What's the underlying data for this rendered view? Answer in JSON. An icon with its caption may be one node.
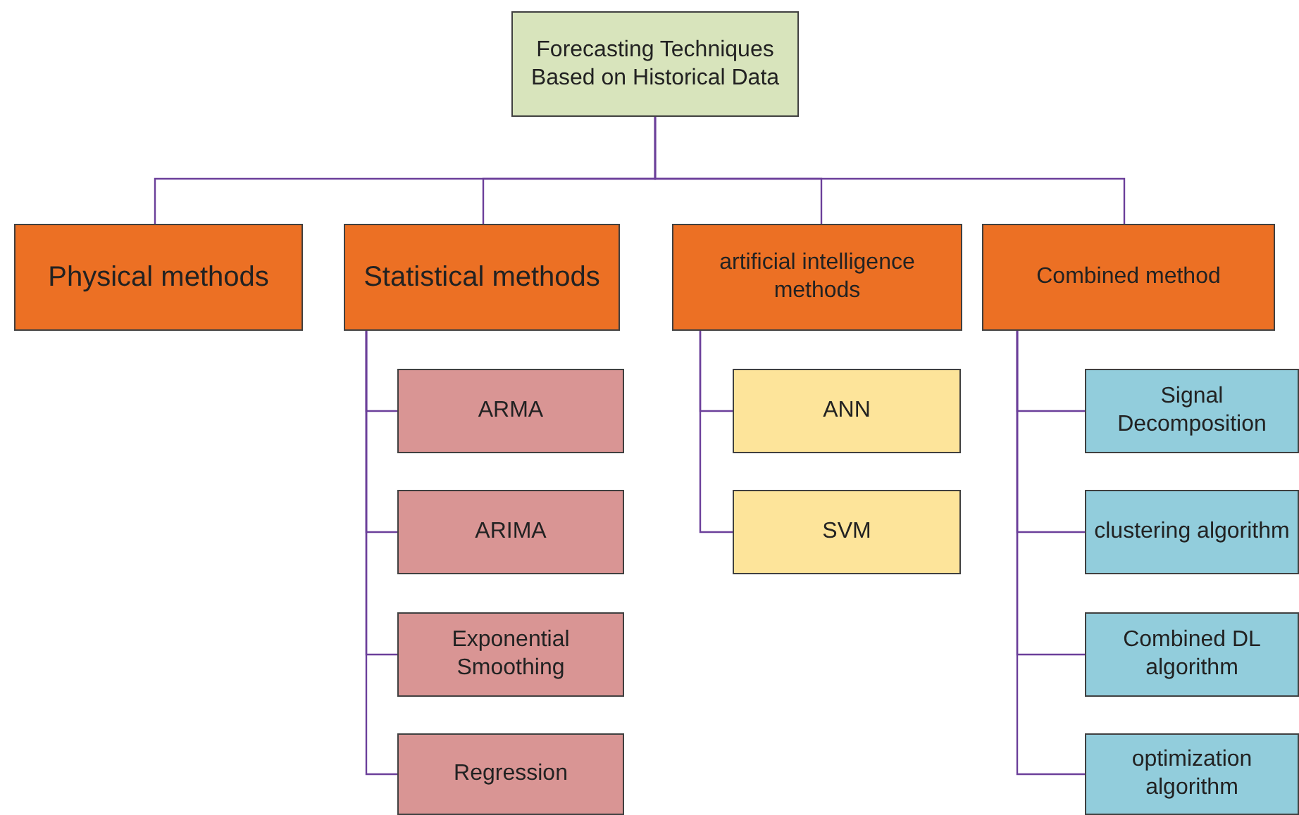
{
  "diagram": {
    "nodes": [
      {
        "text": [
          "Forecasting Techniques Based on Historical Data"
        ]
      },
      {
        "text": [
          "Physical methods"
        ]
      },
      {
        "text": [
          "Statistical methods"
        ]
      },
      {
        "text": [
          "artificial intelligence methods"
        ]
      },
      {
        "text": [
          "Combined method"
        ]
      },
      {
        "text": [
          "ARMA"
        ]
      },
      {
        "text": [
          "ARIMA"
        ]
      },
      {
        "text": [
          "Exponential Smoothing"
        ]
      },
      {
        "text": [
          "Regression"
        ]
      },
      {
        "text": [
          "ANN"
        ]
      },
      {
        "text": [
          "SVM"
        ]
      },
      {
        "text": [
          "Signal Decomposition"
        ]
      },
      {
        "text": [
          "clustering algorithm"
        ]
      },
      {
        "text": [
          "Combined DL algorithm"
        ]
      },
      {
        "text": [
          "optimization algorithm"
        ]
      }
    ],
    "edges": [
      {
        "from": 0,
        "to": 1,
        "arrow": "none"
      },
      {
        "from": 0,
        "to": 2,
        "arrow": "none"
      },
      {
        "from": 0,
        "to": 3,
        "arrow": "none"
      },
      {
        "from": 0,
        "to": 4,
        "arrow": "none"
      },
      {
        "from": 2,
        "to": 5,
        "arrow": "none"
      },
      {
        "from": 2,
        "to": 6,
        "arrow": "none"
      },
      {
        "from": 2,
        "to": 7,
        "arrow": "none"
      },
      {
        "from": 2,
        "to": 8,
        "arrow": "none"
      },
      {
        "from": 3,
        "to": 9,
        "arrow": "none"
      },
      {
        "from": 3,
        "to": 10,
        "arrow": "none"
      },
      {
        "from": 4,
        "to": 11,
        "arrow": "none"
      },
      {
        "from": 4,
        "to": 12,
        "arrow": "none"
      },
      {
        "from": 4,
        "to": 13,
        "arrow": "none"
      },
      {
        "from": 4,
        "to": 14,
        "arrow": "none"
      }
    ]
  }
}
